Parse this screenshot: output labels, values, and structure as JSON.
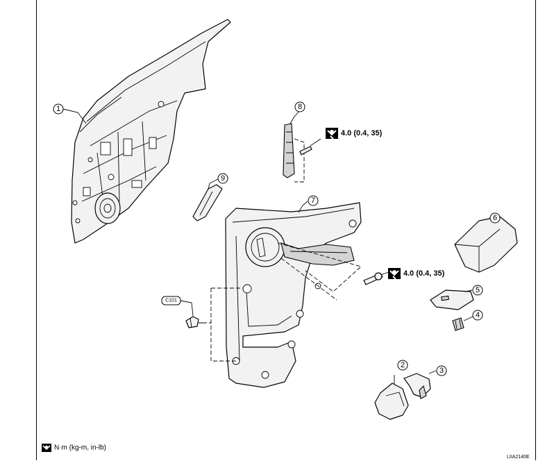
{
  "callouts": [
    "1",
    "2",
    "3",
    "4",
    "5",
    "6",
    "7",
    "8",
    "9"
  ],
  "clip_reference": "C101",
  "torque_labels": [
    "4.0 (0.4, 35)",
    "4.0 (0.4, 35)"
  ],
  "legend": {
    "icon": "torque-wrench-icon",
    "text": "N·m (kg-m, in-lb)"
  },
  "figure_code": "LIIA2140E"
}
